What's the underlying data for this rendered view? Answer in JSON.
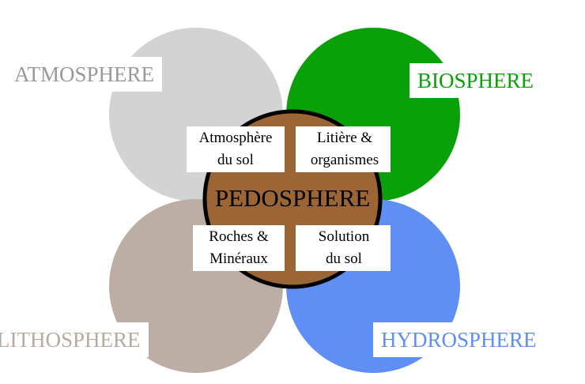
{
  "colors": {
    "atmosphere": "#d3d3d3",
    "biosphere": "#0aa00a",
    "lithosphere": "#bcaea4",
    "hydrosphere": "#5f8ff5",
    "pedosphere": "#9c6535",
    "atmosphere_text": "#999999",
    "biosphere_text": "#0aa00a",
    "lithosphere_text": "#b7aaa0",
    "hydrosphere_text": "#5f8ff5"
  },
  "spheres": {
    "atmosphere": "ATMOSPHERE",
    "biosphere": "BIOSPHERE",
    "lithosphere": "LITHOSPHERE",
    "hydrosphere": "HYDROSPHERE"
  },
  "center": {
    "label": "PEDOSPHERE"
  },
  "quadrants": {
    "top_left": [
      "Atmosphère",
      "du sol"
    ],
    "top_right": [
      "Litière &",
      "organismes"
    ],
    "bottom_left": [
      "Roches &",
      "Minéraux"
    ],
    "bottom_right": [
      "Solution",
      "du sol"
    ]
  }
}
